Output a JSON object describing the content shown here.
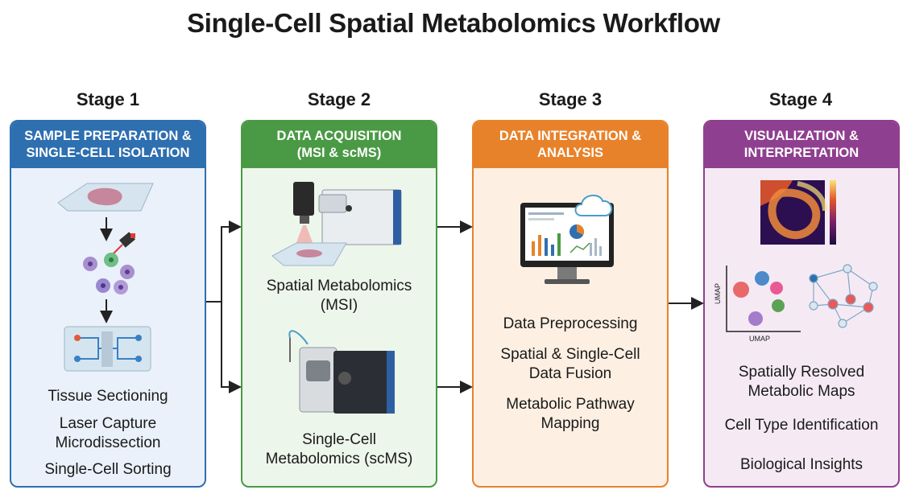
{
  "title": "Single-Cell Spatial Metabolomics Workflow",
  "stages": [
    {
      "label": "Stage 1",
      "header_line1": "SAMPLE PREPARATION &",
      "header_line2": "SINGLE-CELL ISOLATION",
      "items": [
        "Tissue Sectioning",
        "Laser Capture",
        "Microdissection",
        "Single-Cell Sorting"
      ]
    },
    {
      "label": "Stage 2",
      "header_line1": "DATA ACQUISITION",
      "header_line2": "(MSI & scMS)",
      "items": [
        "Spatial Metabolomics",
        "(MSI)",
        "Single-Cell",
        "Metabolomics (scMS)"
      ]
    },
    {
      "label": "Stage 3",
      "header_line1": "DATA INTEGRATION &",
      "header_line2": "ANALYSIS",
      "items": [
        "Data Preprocessing",
        "Spatial & Single-Cell",
        "Data Fusion",
        "Metabolic Pathway",
        "Mapping"
      ]
    },
    {
      "label": "Stage 4",
      "header_line1": "VISUALIZATION &",
      "header_line2": "INTERPRETATION",
      "items": [
        "Spatially Resolved",
        "Metabolic Maps",
        "Cell Type Identification",
        "Biological Insights"
      ],
      "umap_label": "UMAP"
    }
  ],
  "colors": {
    "stage1": "#2e6fb0",
    "stage2": "#4a9a45",
    "stage3": "#e8822a",
    "stage4": "#8f3f8f"
  }
}
